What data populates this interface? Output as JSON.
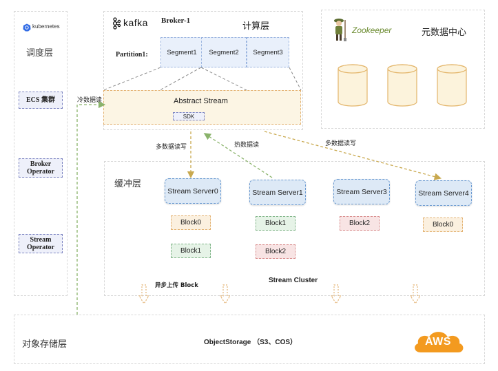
{
  "scheduler": {
    "k8s_label": "kubernetes",
    "layer_title": "调度层",
    "ecs": "ECS 集群",
    "broker_operator_l1": "Broker",
    "broker_operator_l2": "Operator",
    "stream_operator_l1": "Stream",
    "stream_operator_l2": "Operator"
  },
  "compute": {
    "kafka_logo_text": "kafka",
    "broker_title": "Broker-1",
    "layer_title": "计算层",
    "partition_label": "Partition1:",
    "segments": [
      "Segment1",
      "Segment2",
      "Segment3"
    ],
    "abstract_stream": "Abstract Stream",
    "sdk": "SDK"
  },
  "metadata": {
    "zookeeper_text": "Zookeeper",
    "title": "元数据中心"
  },
  "edges": {
    "cold_read": "冷数据读",
    "multi_write_left": "多数据读写",
    "hot_read": "热数据读",
    "multi_write_right": "多数据读写",
    "async_upload": "异步上传 Block"
  },
  "cache": {
    "layer_title": "缓冲层",
    "servers": [
      "Stream Server0",
      "Stream Server1",
      "Stream Server3",
      "Stream Server4"
    ],
    "blocks": {
      "s0_a": "Block0",
      "s0_b": "Block1",
      "s1_a": "Block1",
      "s1_b": "Block2",
      "s3_a": "Block2",
      "s4_a": "Block0"
    },
    "cluster_label": "Stream Cluster"
  },
  "storage": {
    "layer_title": "对象存储层",
    "object_storage": "ObjectStorage （S3、COS）",
    "aws": "AWS"
  },
  "colors": {
    "arrow_orange": "#c9a94f",
    "arrow_green": "#8ab36b",
    "aws_orange": "#f39a1f",
    "k8s_blue": "#326ce5"
  }
}
